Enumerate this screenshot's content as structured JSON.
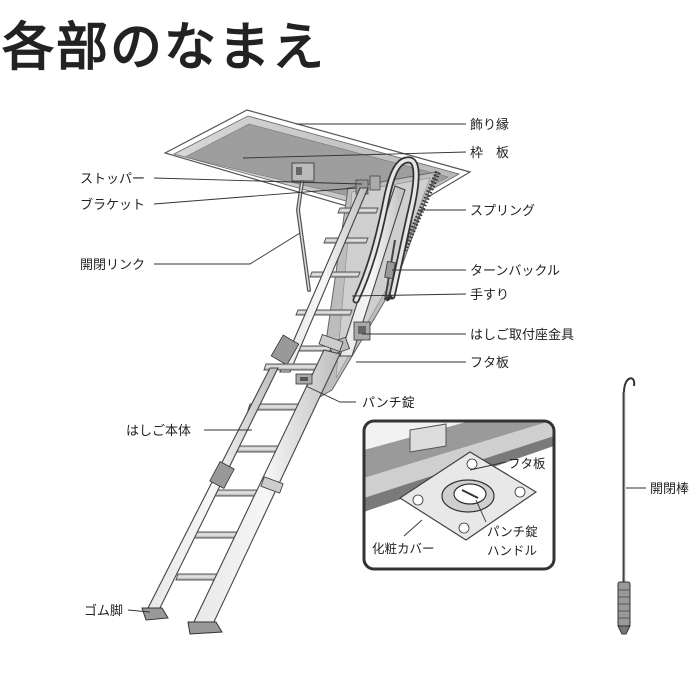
{
  "title": "各部のなまえ",
  "labels": {
    "kazari_buchi": "飾り縁",
    "waku_ita": "枠　板",
    "stopper": "ストッパー",
    "bracket": "ブラケット",
    "spring": "スプリング",
    "kaihei_link": "開閉リンク",
    "turnbuckle": "ターンバックル",
    "tesuri": "手すり",
    "hashigo_toritsuke": "はしご取付座金具",
    "futa_ita": "フタ板",
    "punch_jo": "パンチ錠",
    "hashigo_hontai": "はしご本体",
    "gomu_ashi": "ゴム脚",
    "kaiheibou": "開閉棒"
  },
  "inset": {
    "futa_ita": "フタ板",
    "kesho_cover": "化粧カバー",
    "punch_jo_line1": "パンチ錠",
    "punch_jo_line2": "ハンドル"
  }
}
